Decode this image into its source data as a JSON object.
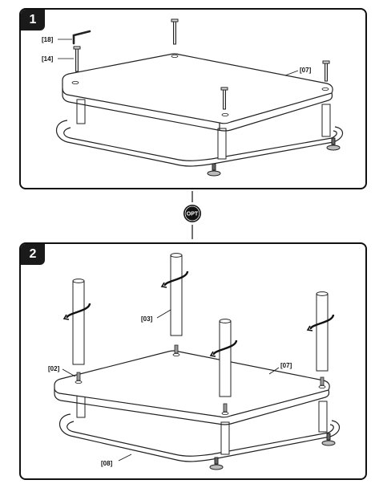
{
  "step1": {
    "number": "1",
    "labels": {
      "allen_key": "[18]",
      "screw": "[14]",
      "top_panel": "[07]"
    }
  },
  "optional": {
    "badge": "OPT"
  },
  "step2": {
    "number": "2",
    "labels": {
      "post": "[03]",
      "connector": "[02]",
      "top_panel": "[07]",
      "base_frame": "[08]"
    }
  }
}
